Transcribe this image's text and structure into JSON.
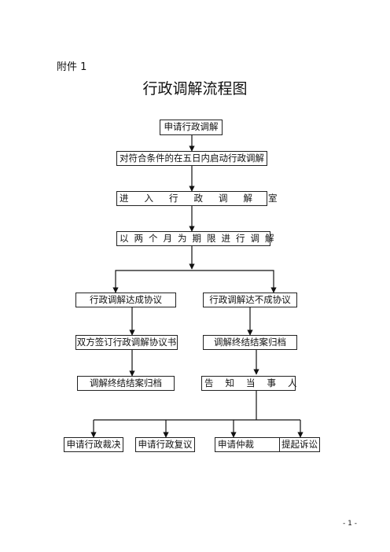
{
  "header": {
    "annex_label": "附件 1",
    "title": "行政调解流程图"
  },
  "flow": {
    "apply": "申请行政调解",
    "start_within_5_days": "对符合条件的在五日内启动行政调解",
    "enter_room": "进入行政调解室",
    "two_months_limit": "以两个月为期限进行调解",
    "agreement_reached": "行政调解达成协议",
    "agreement_not_reached": "行政调解达不成协议",
    "sign_agreement": "双方签订行政调解协议书",
    "close_and_archive_left": "调解终结结案归档",
    "close_and_archive_right": "调解终结结案归档",
    "notify_parties": "告知当事人",
    "options": {
      "admin_ruling": "申请行政裁决",
      "admin_review": "申请行政复议",
      "arbitration": "申请仲裁",
      "lawsuit": "提起诉讼"
    }
  },
  "footer": {
    "page_number": "- 1 -"
  }
}
